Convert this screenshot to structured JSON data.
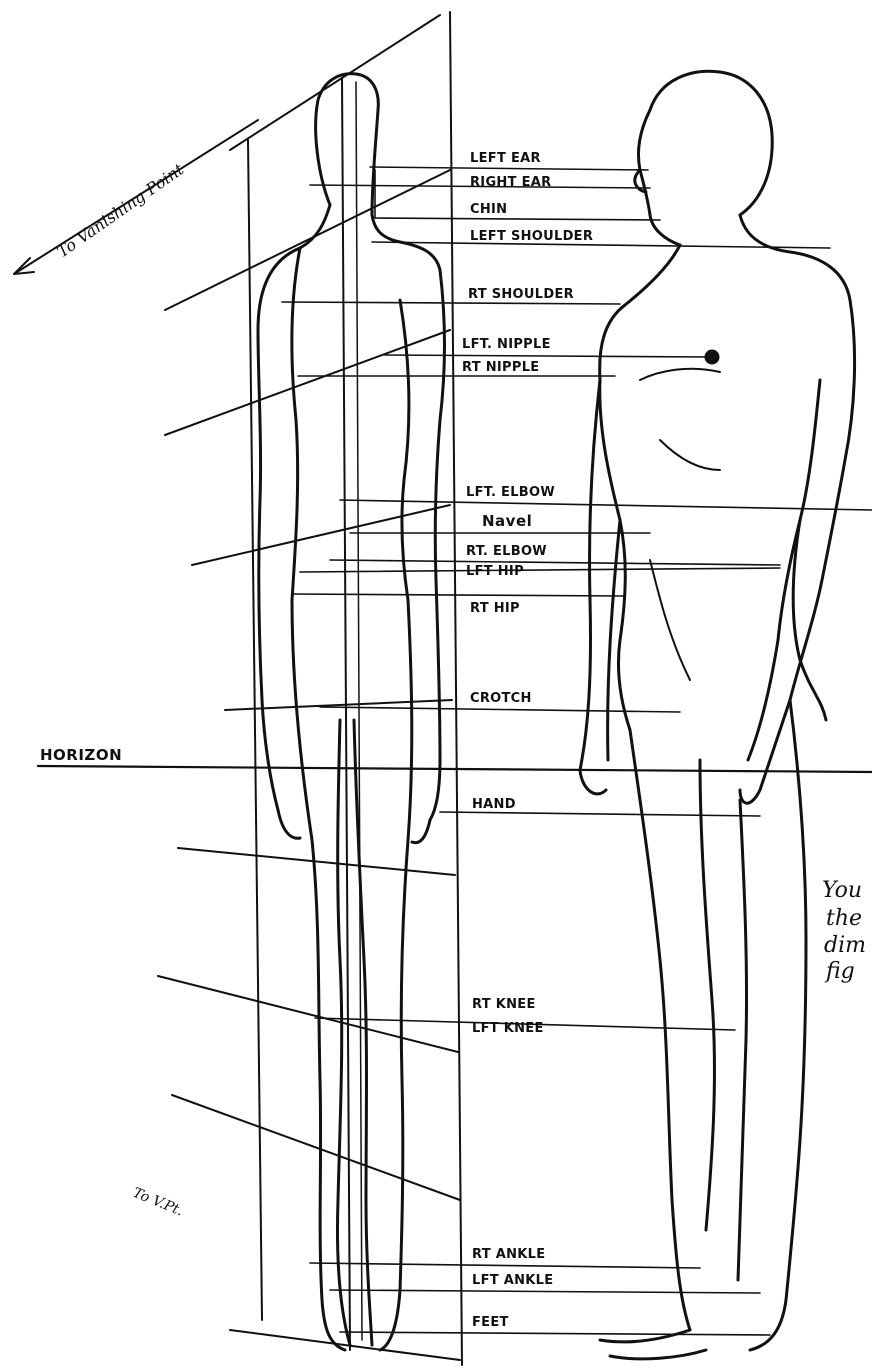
{
  "arrow_top_label": "To Vanishing Point",
  "arrow_bottom_label": "To V.Pt.",
  "horizon_label": "HORIZON",
  "side_note_lines": [
    "You",
    "the",
    "dim",
    "fig"
  ],
  "labels": {
    "left_ear": "LEFT EAR",
    "right_ear": "RIGHT EAR",
    "chin": "CHIN",
    "left_shoulder": "LEFT SHOULDER",
    "rt_shoulder": "RT SHOULDER",
    "lft_nipple": "LFT. NIPPLE",
    "rt_nipple": "RT NIPPLE",
    "lft_elbow": "LFT. ELBOW",
    "navel": "Navel",
    "rt_elbow": "RT. ELBOW",
    "lft_hip": "LFT HIP",
    "rt_hip": "RT HIP",
    "crotch": "CROTCH",
    "hand": "HAND",
    "rt_knee": "RT KNEE",
    "lft_knee": "LFT KNEE",
    "rt_ankle": "RT ANKLE",
    "lft_ankle": "LFT ANKLE",
    "feet": "FEET"
  }
}
